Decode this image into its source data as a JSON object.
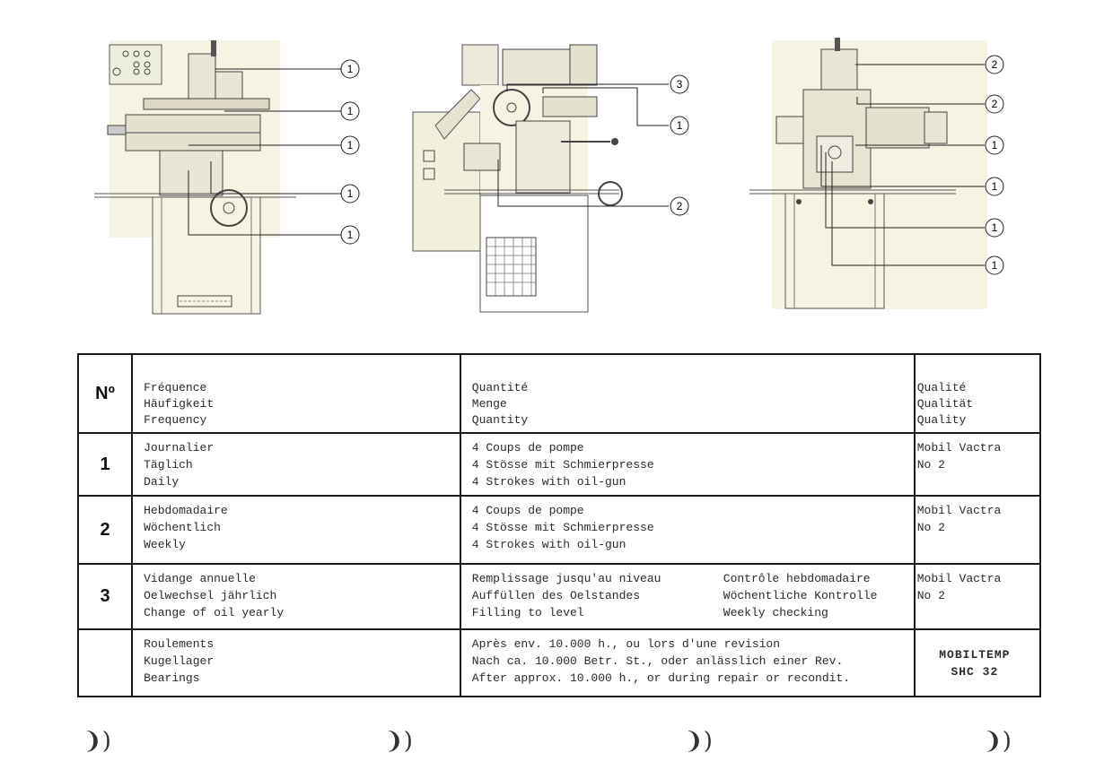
{
  "figures": {
    "left": {
      "callouts": [
        "1",
        "1",
        "1",
        "1",
        "1"
      ]
    },
    "middle": {
      "callouts": [
        "3",
        "1",
        "2"
      ]
    },
    "right": {
      "callouts": [
        "2",
        "2",
        "1",
        "1",
        "1",
        "1"
      ]
    }
  },
  "table": {
    "header": {
      "no": "Nº",
      "frequency": [
        "Fréquence",
        "Häufigkeit",
        "Frequency"
      ],
      "quantity": [
        "Quantité",
        "Menge",
        "Quantity"
      ],
      "quality": [
        "Qualité",
        "Qualität",
        "Quality"
      ]
    },
    "rows": [
      {
        "no": "1",
        "frequency": [
          "Journalier",
          "Täglich",
          "Daily"
        ],
        "quantity": [
          "4 Coups de pompe",
          "4 Stösse mit Schmierpresse",
          "4 Strokes with oil-gun"
        ],
        "quality": [
          "Mobil Vactra",
          "No 2"
        ]
      },
      {
        "no": "2",
        "frequency": [
          "Hebdomadaire",
          "Wöchentlich",
          "Weekly"
        ],
        "quantity": [
          "4 Coups de pompe",
          "4 Stösse mit Schmierpresse",
          "4 Strokes with oil-gun"
        ],
        "quality": [
          "Mobil Vactra",
          "No 2"
        ]
      },
      {
        "no": "3",
        "frequency": [
          "Vidange annuelle",
          "Oelwechsel jährlich",
          "Change of oil yearly"
        ],
        "quantity_left": [
          "Remplissage jusqu'au niveau",
          "Auffüllen des Oelstandes",
          "Filling to level"
        ],
        "quantity_right": [
          "Contrôle hebdomadaire",
          "Wöchentliche Kontrolle",
          "Weekly checking"
        ],
        "quality": [
          "Mobil Vactra",
          "No 2"
        ]
      },
      {
        "no": "",
        "frequency": [
          "Roulements",
          "Kugellager",
          "Bearings"
        ],
        "quantity": [
          "Après env. 10.000 h., ou lors d'une revision",
          "Nach ca. 10.000 Betr. St., oder anlässlich einer Rev.",
          "After approx. 10.000 h., or during repair or recondit."
        ],
        "quality": [
          "MOBILTEMP",
          "SHC 32"
        ]
      }
    ]
  },
  "footer_marks": [
    "❩)",
    "❩)",
    "❩)",
    "❩)"
  ]
}
